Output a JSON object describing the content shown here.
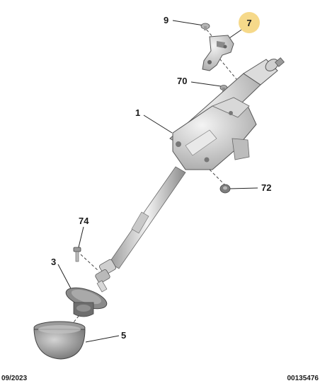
{
  "callouts": {
    "c9": "9",
    "c7": "7",
    "c70": "70",
    "c1": "1",
    "c72": "72",
    "c74": "74",
    "c3": "3",
    "c5": "5"
  },
  "footer": {
    "date": "09/2023",
    "reference": "00135476"
  },
  "colors": {
    "highlight": "#f6d98a",
    "part_fill": "#e3e3e3",
    "part_dark": "#8f8f8f",
    "line": "#222222"
  }
}
